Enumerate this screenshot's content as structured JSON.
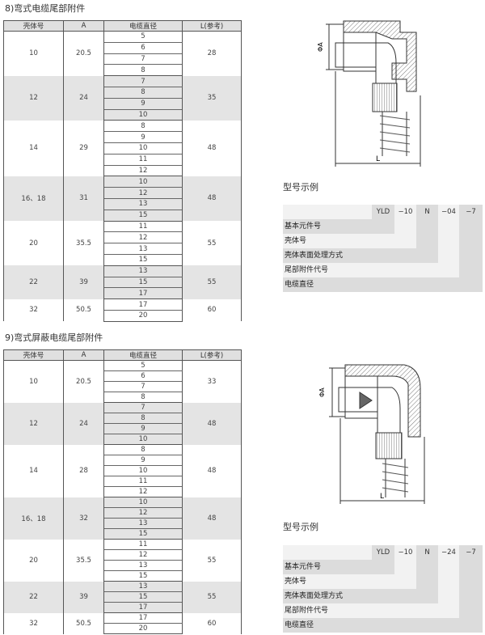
{
  "section1": {
    "title": "8)弯式电缆尾部附件",
    "headers": [
      "壳体号",
      "A",
      "电缆直径",
      "L(参考)"
    ],
    "groups": [
      {
        "shell": "10",
        "a": "20.5",
        "cables": [
          "5",
          "6",
          "7",
          "8"
        ],
        "l": "28"
      },
      {
        "shell": "12",
        "a": "24",
        "cables": [
          "7",
          "8",
          "9",
          "10"
        ],
        "l": "35"
      },
      {
        "shell": "14",
        "a": "29",
        "cables": [
          "8",
          "9",
          "10",
          "11",
          "12"
        ],
        "l": "48"
      },
      {
        "shell": "16、18",
        "a": "31",
        "cables": [
          "10",
          "12",
          "13",
          "15"
        ],
        "l": "48"
      },
      {
        "shell": "20",
        "a": "35.5",
        "cables": [
          "11",
          "12",
          "13",
          "15"
        ],
        "l": "55"
      },
      {
        "shell": "22",
        "a": "39",
        "cables": [
          "13",
          "15",
          "17"
        ],
        "l": "55"
      },
      {
        "shell": "32",
        "a": "50.5",
        "cables": [
          "17",
          "20"
        ],
        "l": "60"
      }
    ],
    "drawing": {
      "dim_a": "ΦA",
      "dim_l": "L"
    },
    "example": {
      "title": "型号示例",
      "codes": [
        "YLD",
        "−10",
        "N",
        "−04",
        "−7"
      ],
      "labels": [
        "基本元件号",
        "壳体号",
        "壳体表面处理方式",
        "尾部附件代号",
        "电缆直径"
      ]
    }
  },
  "section2": {
    "title": "9)弯式屏蔽电缆尾部附件",
    "headers": [
      "壳体号",
      "A",
      "电缆直径",
      "L(参考)"
    ],
    "groups": [
      {
        "shell": "10",
        "a": "20.5",
        "cables": [
          "5",
          "6",
          "7",
          "8"
        ],
        "l": "33"
      },
      {
        "shell": "12",
        "a": "24",
        "cables": [
          "7",
          "8",
          "9",
          "10"
        ],
        "l": "48"
      },
      {
        "shell": "14",
        "a": "28",
        "cables": [
          "8",
          "9",
          "10",
          "11",
          "12"
        ],
        "l": "48"
      },
      {
        "shell": "16、18",
        "a": "32",
        "cables": [
          "10",
          "12",
          "13",
          "15"
        ],
        "l": "48"
      },
      {
        "shell": "20",
        "a": "35.5",
        "cables": [
          "11",
          "12",
          "13",
          "15"
        ],
        "l": "55"
      },
      {
        "shell": "22",
        "a": "39",
        "cables": [
          "13",
          "15",
          "17"
        ],
        "l": "55"
      },
      {
        "shell": "32",
        "a": "50.5",
        "cables": [
          "17",
          "20"
        ],
        "l": "60"
      }
    ],
    "drawing": {
      "dim_a": "ΦA",
      "dim_l": "L"
    },
    "example": {
      "title": "型号示例",
      "codes": [
        "YLD",
        "−10",
        "N",
        "−24",
        "−7"
      ],
      "labels": [
        "基本元件号",
        "壳体号",
        "壳体表面处理方式",
        "尾部附件代号",
        "电缆直径"
      ]
    }
  },
  "colors": {
    "header_bg": "#e0e0e0",
    "stripe_bg": "#e4e4e4",
    "example_dark": "#dcdcdc",
    "example_light": "#f2f2f2"
  }
}
